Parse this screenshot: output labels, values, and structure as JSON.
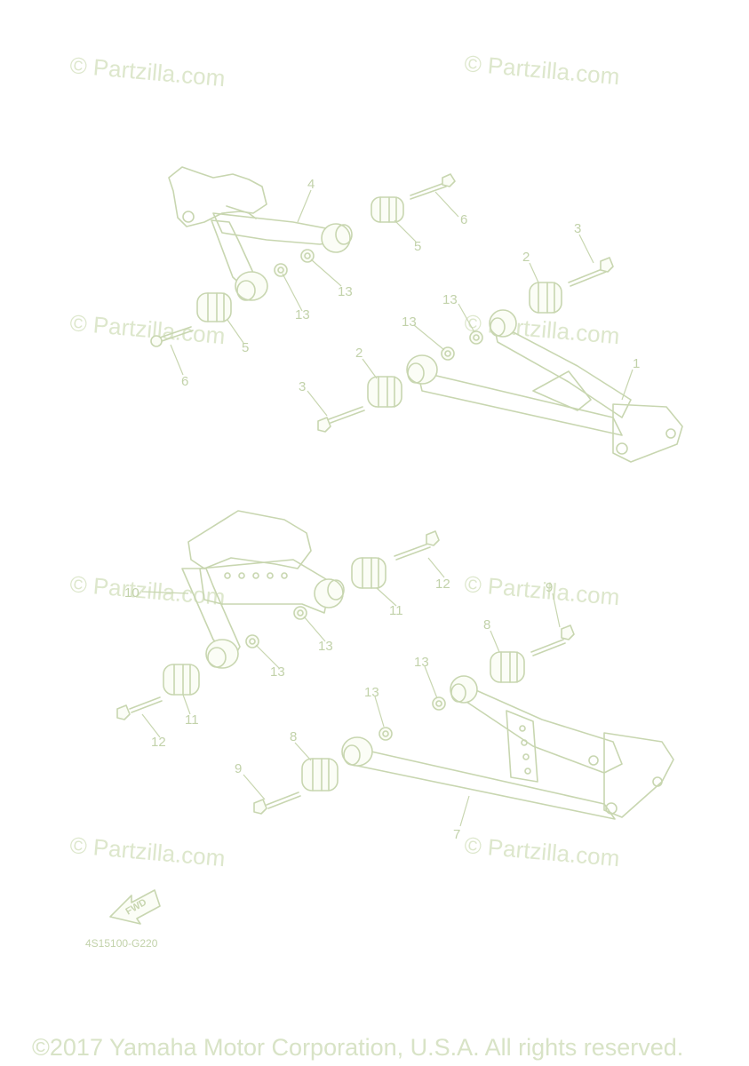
{
  "watermark": "© Partzilla.com",
  "diagram_code": "4S15100-G220",
  "fwd_label": "FWD",
  "copyright": "©2017 Yamaha Motor Corporation, U.S.A. All rights reserved.",
  "callouts": [
    "1",
    "2",
    "2",
    "3",
    "3",
    "4",
    "5",
    "5",
    "6",
    "6",
    "7",
    "8",
    "8",
    "9",
    "9",
    "10",
    "11",
    "11",
    "12",
    "12",
    "13",
    "13",
    "13",
    "13",
    "13",
    "13",
    "13",
    "13"
  ]
}
